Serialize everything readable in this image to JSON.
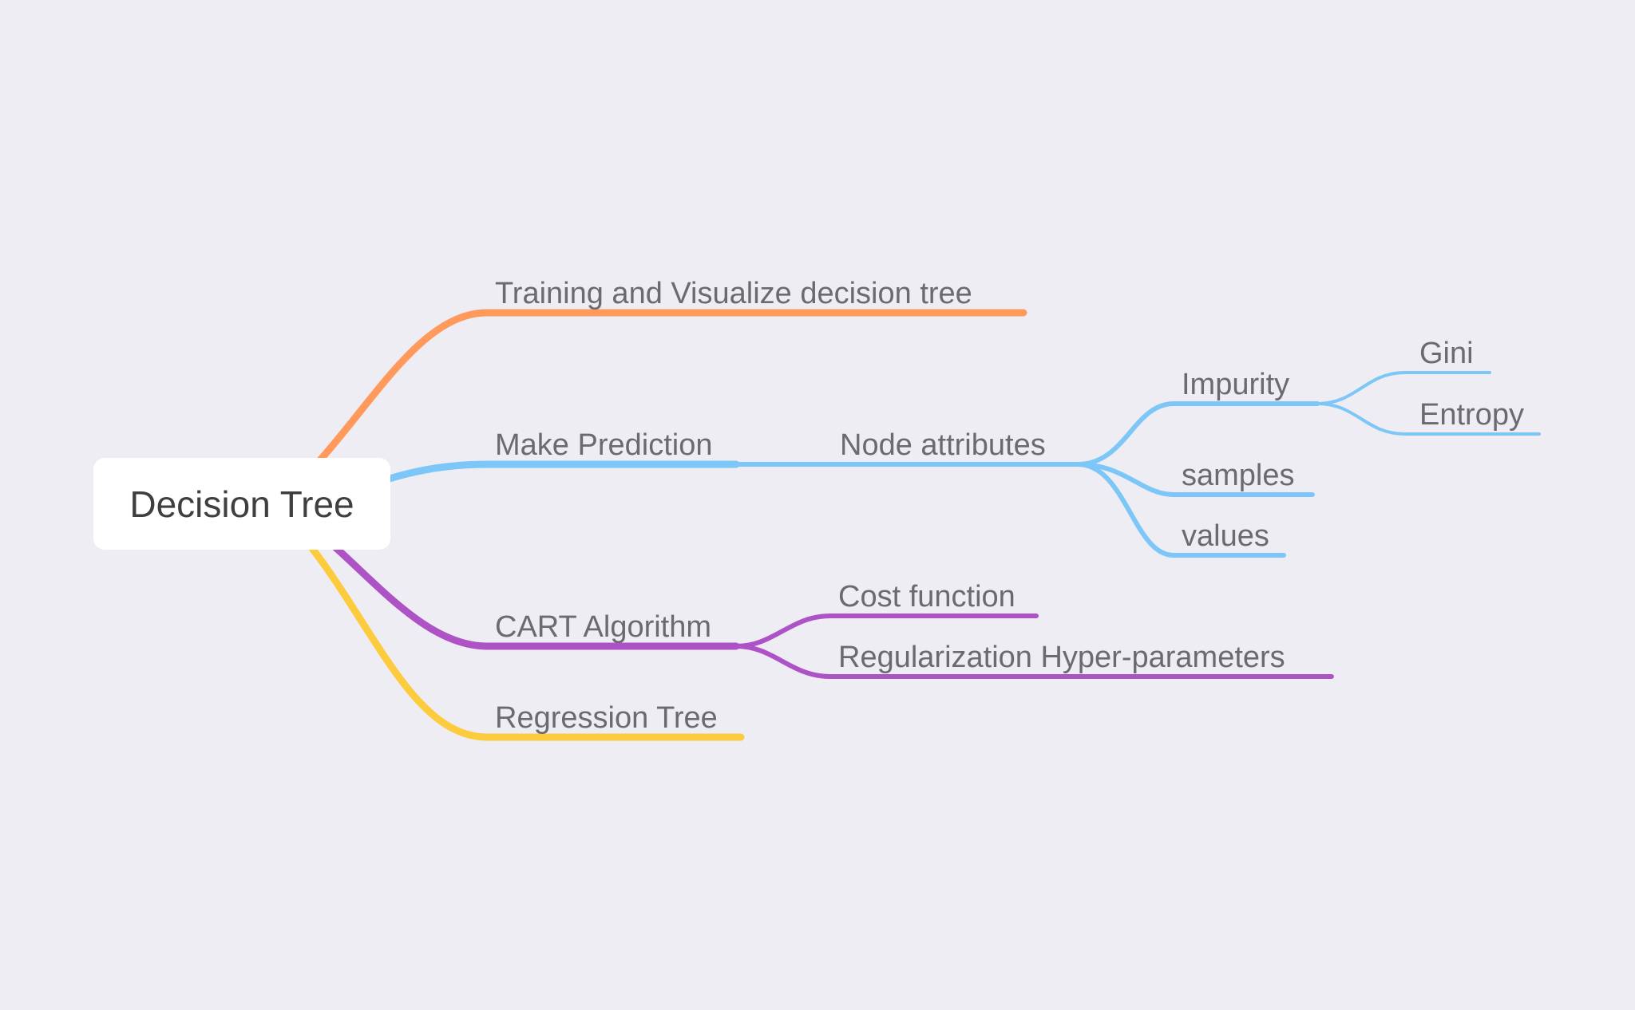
{
  "root": {
    "label": "Decision Tree"
  },
  "branches": {
    "training": {
      "label": "Training and Visualize decision tree",
      "color": "#ff9a5c"
    },
    "prediction": {
      "label": "Make Prediction",
      "color": "#7cc7f7",
      "node_attributes": {
        "label": "Node attributes",
        "impurity": {
          "label": "Impurity",
          "gini": "Gini",
          "entropy": "Entropy"
        },
        "samples": "samples",
        "values": "values"
      }
    },
    "cart": {
      "label": "CART Algorithm",
      "color": "#ad53c6",
      "cost_function": "Cost function",
      "regularization": "Regularization Hyper-parameters"
    },
    "regression": {
      "label": "Regression Tree",
      "color": "#fdcb3e"
    }
  }
}
